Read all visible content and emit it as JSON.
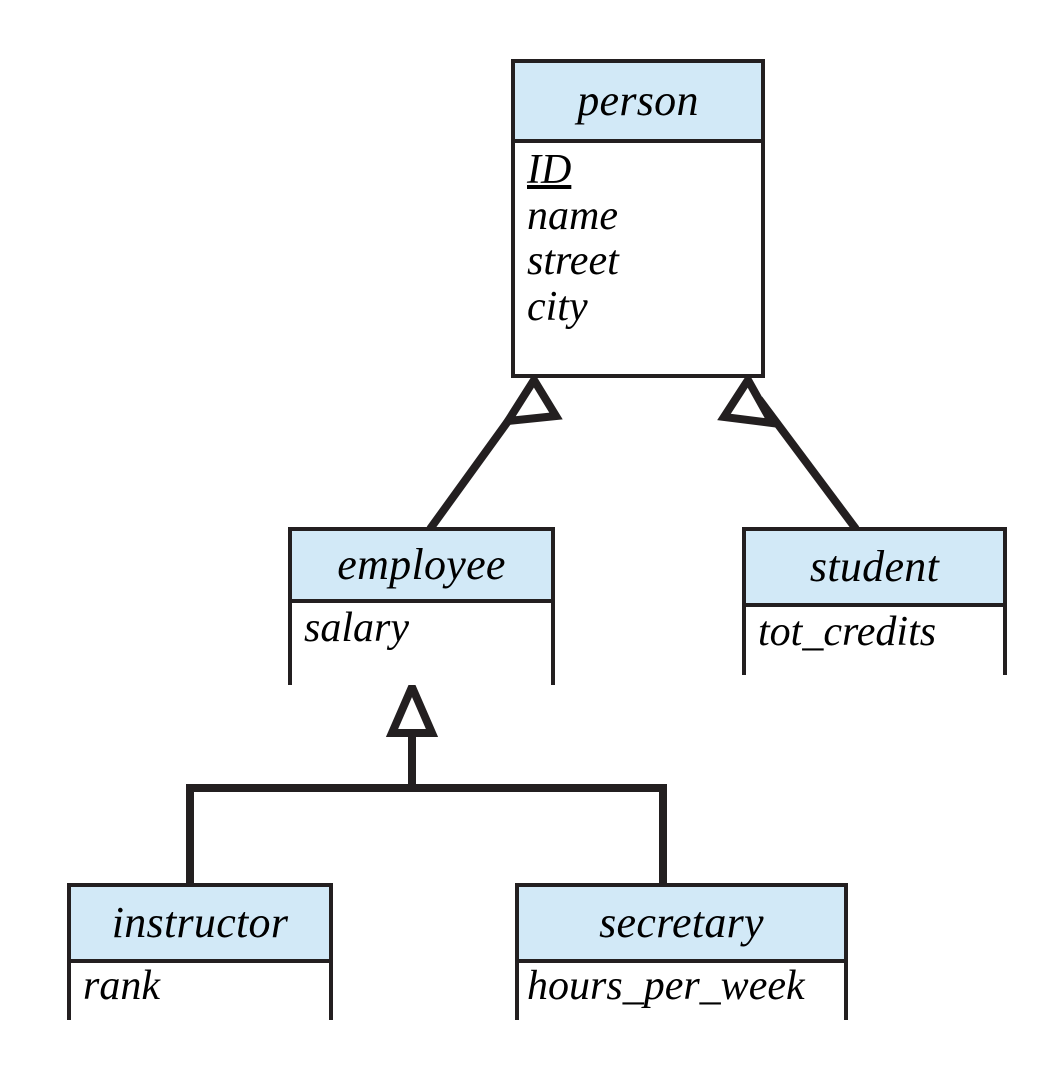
{
  "diagram": {
    "type": "uml-specialization-hierarchy",
    "colors": {
      "header_fill": "#d2e9f7",
      "body_fill": "#ffffff",
      "stroke": "#231f20"
    },
    "entities": [
      {
        "id": "person",
        "name": "person",
        "attributes": [
          {
            "name": "ID",
            "key": true
          },
          {
            "name": "name",
            "key": false
          },
          {
            "name": "street",
            "key": false
          },
          {
            "name": "city",
            "key": false
          }
        ]
      },
      {
        "id": "employee",
        "name": "employee",
        "attributes": [
          {
            "name": "salary",
            "key": false
          }
        ]
      },
      {
        "id": "student",
        "name": "student",
        "attributes": [
          {
            "name": "tot_credits",
            "key": false
          }
        ]
      },
      {
        "id": "instructor",
        "name": "instructor",
        "attributes": [
          {
            "name": "rank",
            "key": false
          }
        ]
      },
      {
        "id": "secretary",
        "name": "secretary",
        "attributes": [
          {
            "name": "hours_per_week",
            "key": false
          }
        ]
      }
    ],
    "generalizations": [
      {
        "child": "employee",
        "parent": "person",
        "style": "hollow-triangle",
        "shared": false
      },
      {
        "child": "student",
        "parent": "person",
        "style": "hollow-triangle",
        "shared": false
      },
      {
        "child": "instructor",
        "parent": "employee",
        "style": "hollow-triangle",
        "shared": true
      },
      {
        "child": "secretary",
        "parent": "employee",
        "style": "hollow-triangle",
        "shared": true
      }
    ]
  }
}
